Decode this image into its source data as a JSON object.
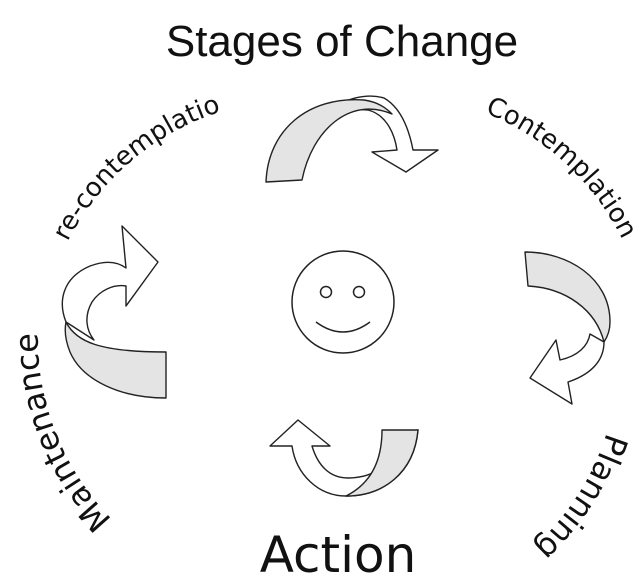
{
  "title": "Stages of Change",
  "stages": {
    "precontemplation": "Pre-contemplation",
    "contemplation": "Contemplation",
    "planning": "Planning",
    "action": "Action",
    "maintenance": "Maintenance"
  },
  "colors": {
    "ink": "#111111",
    "arrow_shade": "#e4e4e4",
    "background": "#ffffff"
  },
  "center_icon": "smiley-face-icon"
}
